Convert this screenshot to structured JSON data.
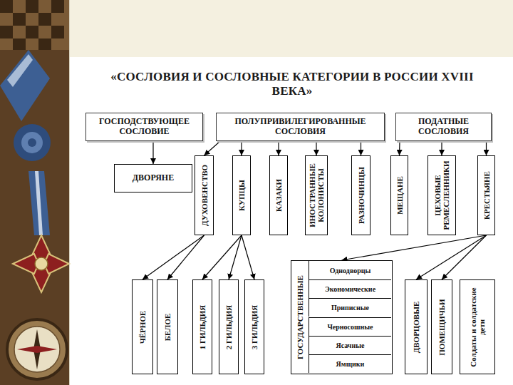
{
  "diagram": {
    "title": "«СОСЛОВИЯ И СОСЛОВНЫЕ КАТЕГОРИИ В РОССИИ XVIII ВЕКА»",
    "nodes": [
      {
        "text": [
          "ГОСПОДСТВУЮЩЕЕ СОСЛОВИЕ"
        ]
      },
      {
        "text": [
          "ПОЛУПРИВИЛЕГИРОВАННЫЕ СОСЛОВИЯ"
        ]
      },
      {
        "text": [
          "ПОДАТНЫЕ СОСЛОВИЯ"
        ]
      },
      {
        "text": [
          "ДВОРЯНЕ"
        ]
      },
      {
        "text": [
          "ДУХОВЕНСТВО"
        ]
      },
      {
        "text": [
          "КУПЦЫ"
        ]
      },
      {
        "text": [
          "КАЗАКИ"
        ]
      },
      {
        "text": [
          "ИНОСТРАННЫЕ КОЛОНИСТЫ"
        ]
      },
      {
        "text": [
          "РАЗНОЧИНЦЫ"
        ]
      },
      {
        "text": [
          "МЕЩАНЕ"
        ]
      },
      {
        "text": [
          "ЦЕХОВЫЕ РЕМЕСЛЕННИКИ"
        ]
      },
      {
        "text": [
          "КРЕСТЬЯНЕ"
        ]
      },
      {
        "text": [
          "ЧЁРНОЕ"
        ]
      },
      {
        "text": [
          "БЕЛОЕ"
        ]
      },
      {
        "text": [
          "1 ГИЛЬДИЯ"
        ]
      },
      {
        "text": [
          "2 ГИЛЬДИЯ"
        ]
      },
      {
        "text": [
          "3 ГИЛЬДИЯ"
        ]
      },
      {
        "text": [
          "ГОСУДАРСТВЕННЫЕ"
        ]
      },
      {
        "text": [
          "Однодворцы"
        ],
        "in": 17
      },
      {
        "text": [
          "Экономические"
        ],
        "in": 17
      },
      {
        "text": [
          "Приписные"
        ],
        "in": 17
      },
      {
        "text": [
          "Черносошные"
        ],
        "in": 17
      },
      {
        "text": [
          "Ясачные"
        ],
        "in": 17
      },
      {
        "text": [
          "Ямщики"
        ],
        "in": 17
      },
      {
        "text": [
          "ДВОРЦОВЫЕ"
        ]
      },
      {
        "text": [
          "ПОМЕЩИЧЬИ"
        ]
      },
      {
        "text": [
          "Солдаты и солдатские дети"
        ]
      }
    ],
    "edges": [
      {
        "from": 0,
        "to": 3,
        "arrow": "to"
      },
      {
        "from": 1,
        "to": 4,
        "arrow": "to"
      },
      {
        "from": 1,
        "to": 5,
        "arrow": "to"
      },
      {
        "from": 1,
        "to": 6,
        "arrow": "to"
      },
      {
        "from": 1,
        "to": 7,
        "arrow": "to"
      },
      {
        "from": 1,
        "to": 8,
        "arrow": "to"
      },
      {
        "from": 2,
        "to": 9,
        "arrow": "to"
      },
      {
        "from": 2,
        "to": 10,
        "arrow": "to"
      },
      {
        "from": 2,
        "to": 11,
        "arrow": "to"
      },
      {
        "from": 4,
        "to": 12,
        "arrow": "to"
      },
      {
        "from": 4,
        "to": 13,
        "arrow": "to"
      },
      {
        "from": 5,
        "to": 14,
        "arrow": "to"
      },
      {
        "from": 5,
        "to": 15,
        "arrow": "to"
      },
      {
        "from": 5,
        "to": 16,
        "arrow": "to"
      },
      {
        "from": 11,
        "to": 17,
        "arrow": "to"
      },
      {
        "from": 11,
        "to": 24,
        "arrow": "to"
      },
      {
        "from": 11,
        "to": 25,
        "arrow": "to"
      }
    ]
  }
}
